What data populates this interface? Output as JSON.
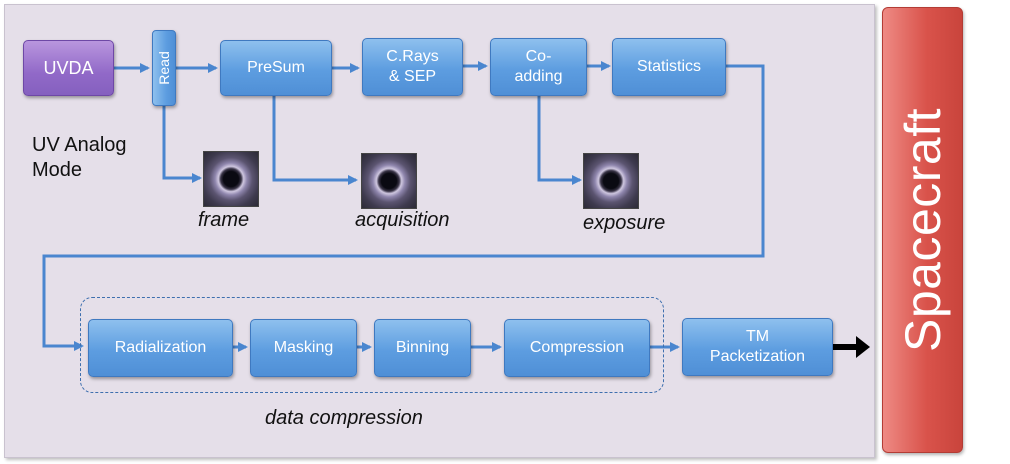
{
  "boxes": {
    "uvda": "UVDA",
    "read": "Read",
    "presum": "PreSum",
    "crays_line1": "C.Rays",
    "crays_line2": "& SEP",
    "coadding_line1": "Co-",
    "coadding_line2": "adding",
    "statistics": "Statistics",
    "radialization": "Radialization",
    "masking": "Masking",
    "binning": "Binning",
    "compression": "Compression",
    "tm_line1": "TM",
    "tm_line2": "Packetization",
    "spacecraft": "Spacecraft"
  },
  "labels": {
    "mode_line1": "UV Analog",
    "mode_line2": "Mode",
    "frame": "frame",
    "acquisition": "acquisition",
    "exposure": "exposure",
    "data_compression": "data compression"
  },
  "colors": {
    "panel_background": "#e5dfe9",
    "process_box": "#5d9de0",
    "source_box": "#9169c8",
    "spacecraft_box": "#d9534b",
    "connector": "#4a86cf"
  }
}
